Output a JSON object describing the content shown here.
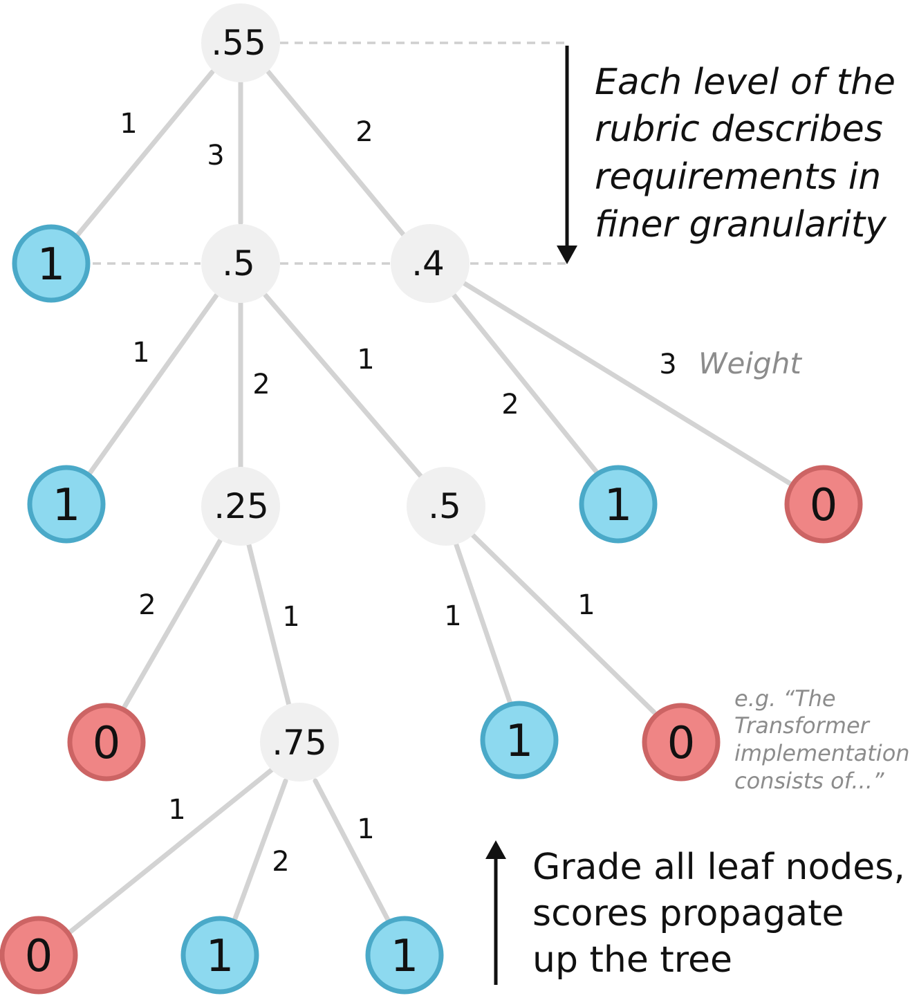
{
  "colors": {
    "pass_fill": "#8dd9ef",
    "pass_stroke": "#4aa9c8",
    "fail_fill": "#ef8585",
    "fail_stroke": "#cc6464",
    "inner_fill": "#f0f0f0",
    "edge": "#d3d3d3",
    "text": "#111111",
    "muted": "#8c8c8c"
  },
  "nodes": {
    "root": ".55",
    "l1_leaf": "1",
    "l1_mid": ".5",
    "l1_right": ".4",
    "l2_leaf_left": "1",
    "l2_mid": ".25",
    "l2_mid2": ".5",
    "l2_right_pass": "1",
    "l2_right_fail": "0",
    "l3_fail": "0",
    "l3_mid": ".75",
    "l3_pass": "1",
    "l3_fail2": "0",
    "l4_fail": "0",
    "l4_pass1": "1",
    "l4_pass2": "1"
  },
  "weights": {
    "root_l1_leaf": "1",
    "root_l1_mid": "3",
    "root_l1_right": "2",
    "mid_leaf_left": "1",
    "mid_l2_mid": "2",
    "mid_l2_mid2": "1",
    "right_pass": "2",
    "right_fail": "3",
    "l2mid_fail": "2",
    "l2mid_l3mid": "1",
    "l2mid2_pass": "1",
    "l2mid2_fail": "1",
    "l3mid_fail": "1",
    "l3mid_pass1": "2",
    "l3mid_pass2": "1"
  },
  "legend": {
    "weight_label": "Weight"
  },
  "annotations": {
    "top_lines": [
      "Each level of the",
      "rubric describes",
      "requirements in",
      "finer granularity"
    ],
    "bottom_lines": [
      "Grade all leaf nodes,",
      "scores propagate",
      "up the tree"
    ],
    "example_lines": [
      "e.g. “The",
      "Transformer",
      "implementation",
      "consists of...”"
    ]
  }
}
